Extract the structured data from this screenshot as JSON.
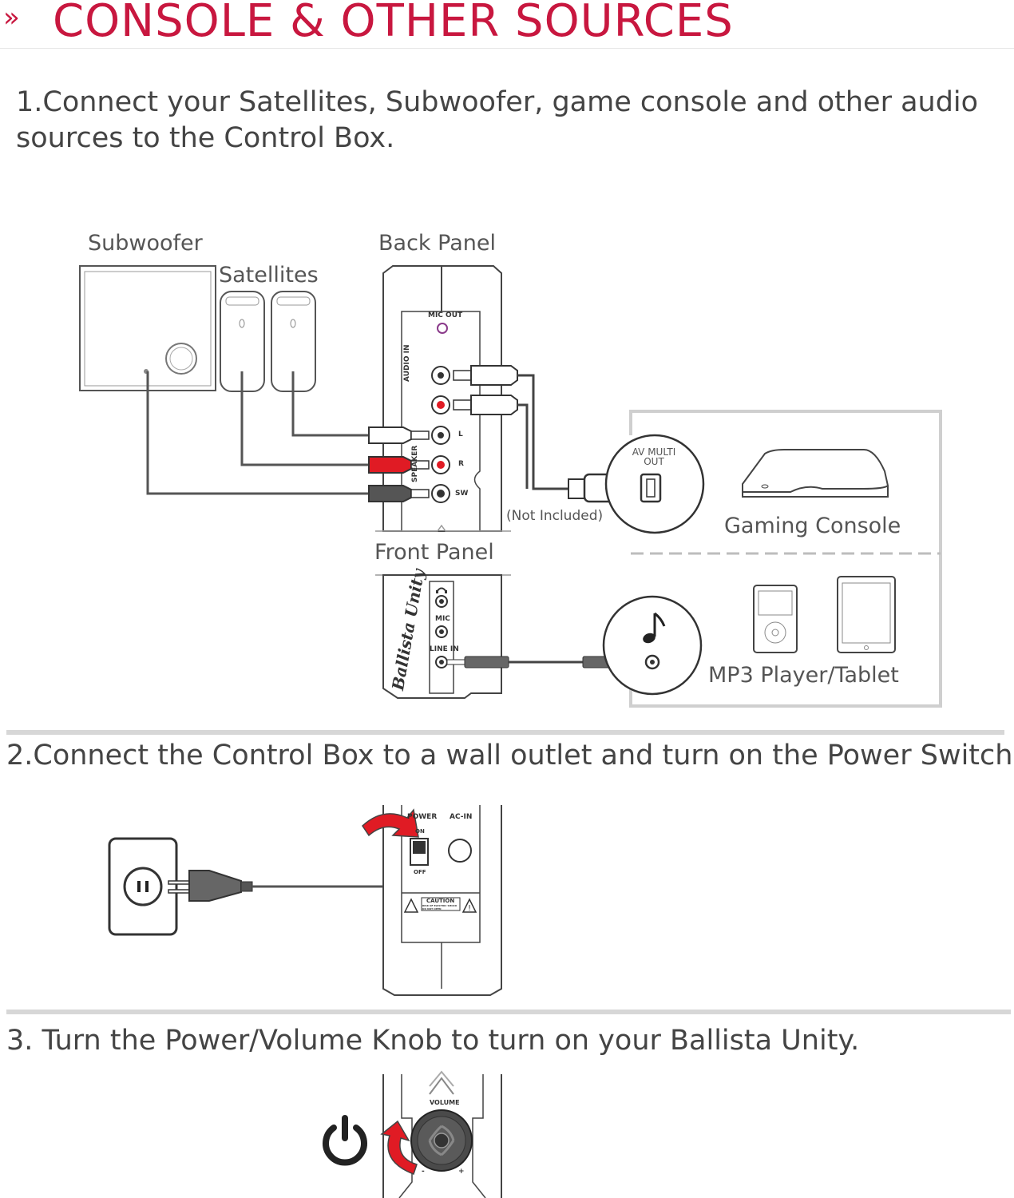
{
  "header": {
    "title": "CONSOLE & OTHER SOURCES",
    "accent_color": "#c8173f",
    "icon": "double-chevron-right-icon"
  },
  "steps": [
    {
      "text_line1": "1.Connect your Satellites, Subwoofer, game console and other audio",
      "text_line2": "sources to the Control Box."
    },
    {
      "text": "2.Connect the Control Box to a wall outlet and turn on the Power Switch."
    },
    {
      "text": "3. Turn the Power/Volume Knob to turn on your Ballista Unity."
    }
  ],
  "diagram1": {
    "subwoofer": "Subwoofer",
    "satellites": "Satellites",
    "back_panel": "Back Panel",
    "front_panel": "Front Panel",
    "mic_out": "MIC OUT",
    "audio_in": "AUDIO IN",
    "port_l": "L",
    "port_r": "R",
    "port_sw": "SW",
    "speaker": "SPEAKER",
    "not_included": "(Not Included)",
    "av_multi_out": "AV MULTI OUT",
    "gaming_console": "Gaming Console",
    "mp3_tablet": "MP3 Player/Tablet",
    "headphone_icon": "headphone-icon",
    "mic": "MIC",
    "line_in": "LINE IN",
    "brand": "Ballista Unity",
    "music_icon": "music-note-icon",
    "red_color": "#e01b24",
    "gray_color": "#555555"
  },
  "diagram2": {
    "power": "POWER",
    "on": "ON",
    "off": "OFF",
    "ac_in": "AC-IN",
    "caution": "CAUTION",
    "caution_sub": "RISK OF ELECTRIC SHOCK DO NOT OPEN"
  },
  "diagram3": {
    "volume": "VOLUME",
    "minus": "-",
    "plus": "+",
    "power_icon": "power-icon"
  }
}
